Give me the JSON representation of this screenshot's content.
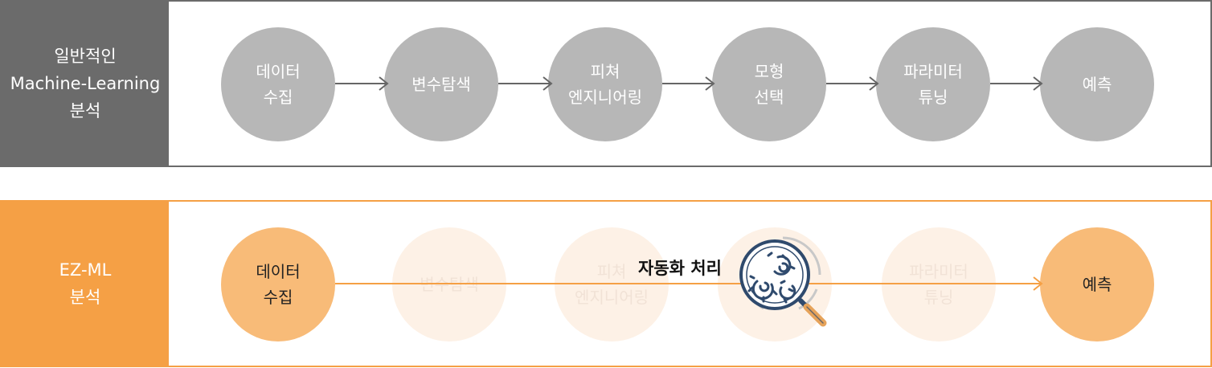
{
  "general": {
    "label_lines": [
      "일반적인",
      "Machine-Learning",
      "분석"
    ],
    "steps": [
      {
        "lines": [
          "데이터",
          "수집"
        ]
      },
      {
        "lines": [
          "변수탐색"
        ]
      },
      {
        "lines": [
          "피쳐",
          "엔지니어링"
        ]
      },
      {
        "lines": [
          "모형",
          "선택"
        ]
      },
      {
        "lines": [
          "파라미터",
          "튜닝"
        ]
      },
      {
        "lines": [
          "예측"
        ]
      }
    ]
  },
  "ezml": {
    "label_lines": [
      "EZ-ML",
      "분석"
    ],
    "steps": [
      {
        "lines": [
          "데이터",
          "수집"
        ],
        "state": "active"
      },
      {
        "lines": [
          "변수탐색"
        ],
        "state": "faded"
      },
      {
        "lines": [
          "피쳐",
          "엔지니어링"
        ],
        "state": "faded"
      },
      {
        "lines": [],
        "state": "faded"
      },
      {
        "lines": [
          "파라미터",
          "튜닝"
        ],
        "state": "faded"
      },
      {
        "lines": [
          "예측"
        ],
        "state": "active"
      }
    ],
    "auto_label": "자동화 처리"
  },
  "colors": {
    "general_accent": "#6b6b6b",
    "general_step": "#b7b7b7",
    "ezml_accent": "#f5a045",
    "ezml_step": "#f8bb78",
    "ezml_faded": "#fdf1e6",
    "icon_stroke": "#2f4a6d",
    "icon_handle": "#e6a35a"
  },
  "icons": {
    "arrow": "arrow-right-icon",
    "magnifier": "magnifier-gears-icon"
  }
}
